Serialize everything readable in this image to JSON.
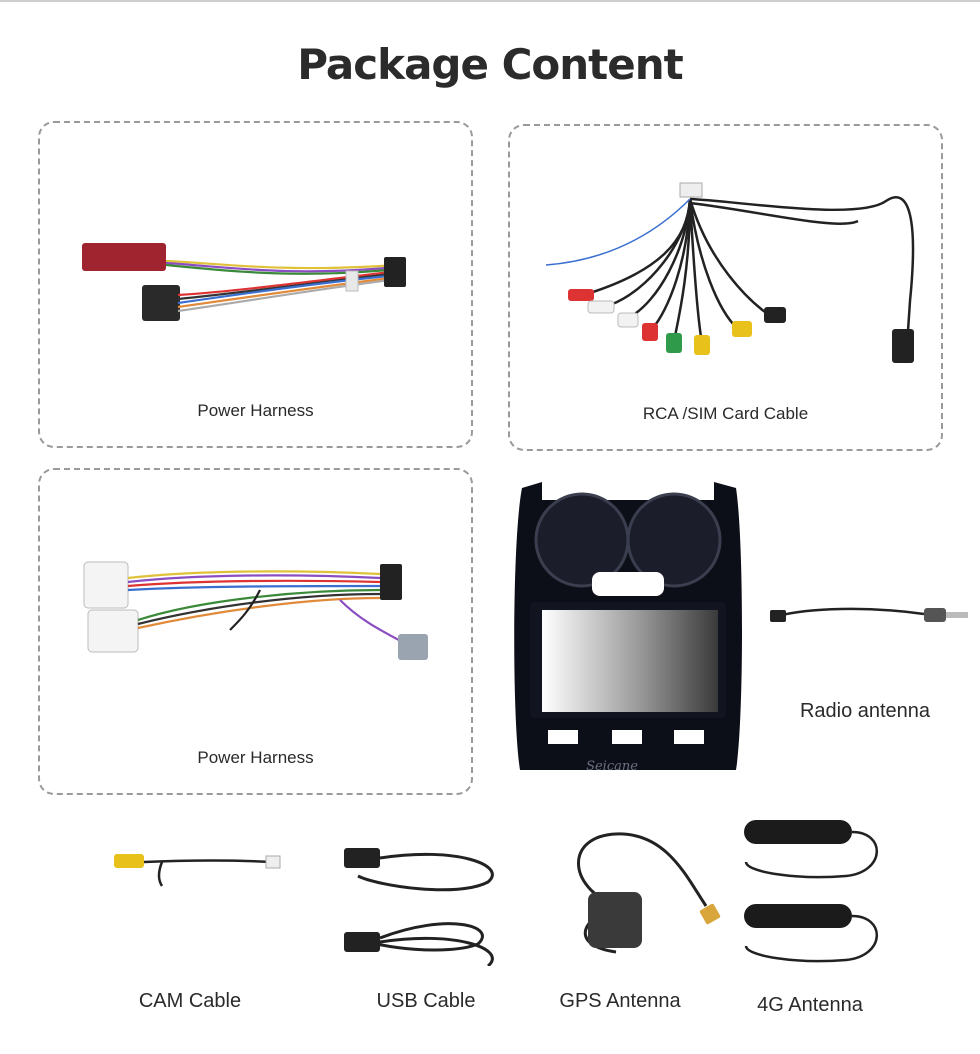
{
  "page": {
    "title": "Package Content"
  },
  "items": [
    {
      "caption": "Power Harness",
      "icon": "power-harness-icon"
    },
    {
      "caption": "RCA /SIM Card Cable",
      "icon": "rca-sim-cable-icon"
    },
    {
      "caption": "Power Harness",
      "icon": "power-harness-icon"
    },
    {
      "caption": "Radio antenna",
      "icon": "radio-antenna-icon"
    },
    {
      "caption": "CAM Cable",
      "icon": "cam-cable-icon"
    },
    {
      "caption": "USB Cable",
      "icon": "usb-cable-icon"
    },
    {
      "caption": "GPS Antenna",
      "icon": "gps-antenna-icon"
    },
    {
      "caption": "4G Antenna",
      "icon": "4g-antenna-icon"
    }
  ],
  "head_unit": {
    "brand": "Seicane"
  },
  "colors": {
    "border": "#9a9a9a",
    "title": "#2b2b2b",
    "unit_body": "#0d0f18"
  }
}
